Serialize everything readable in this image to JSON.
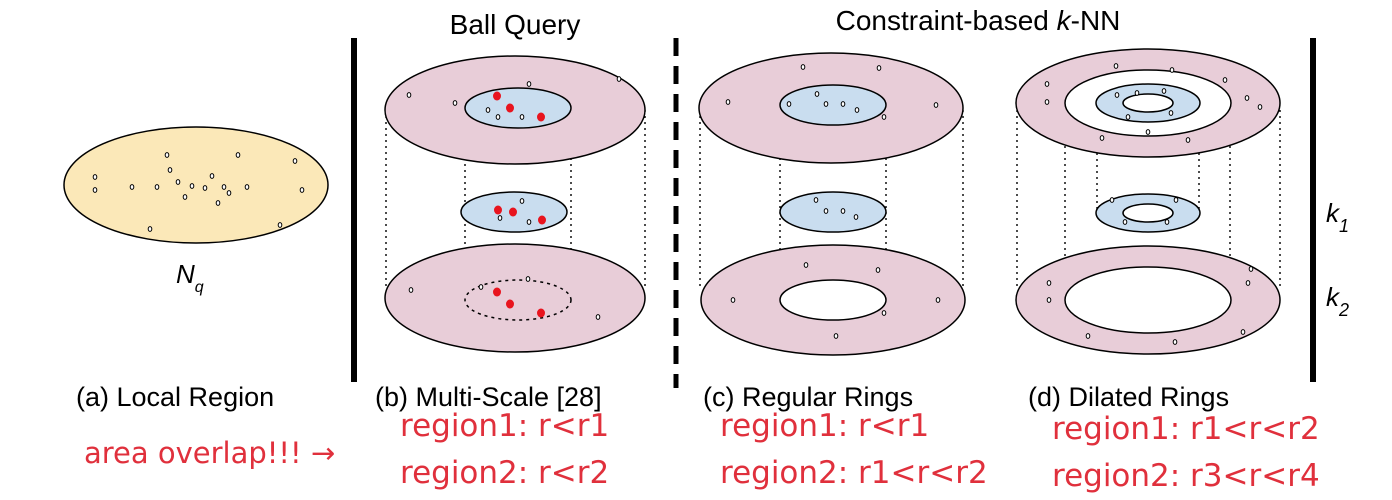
{
  "headers": {
    "ball_query": "Ball Query",
    "knn_prefix": "Constraint-based ",
    "knn_k": "k",
    "knn_suffix": "-NN"
  },
  "local_region_symbol": {
    "base": "N",
    "sub": "q"
  },
  "k_labels": [
    {
      "base": "k",
      "sub": "1"
    },
    {
      "base": "k",
      "sub": "2"
    }
  ],
  "captions": {
    "a": "(a) Local Region",
    "b": "(b) Multi-Scale [28]",
    "c": "(c) Regular Rings",
    "d": "(d) Dilated Rings"
  },
  "annotations": {
    "overlap_note": "area overlap!!! →",
    "b_region1": "region1: r<r1",
    "b_region2": "region2: r<r2",
    "c_region1": "region1: r<r1",
    "c_region2": "region2: r1<r<r2",
    "d_region1": "region1: r1<r<r2",
    "d_region2": "region2: r3<r<r4"
  },
  "colors": {
    "local_fill": "#fbe8b8",
    "pink_fill": "#e8cdd8",
    "blue_fill": "#c9ddef",
    "sample_point": "#e8141e",
    "annotation_red": "#e0303c"
  }
}
